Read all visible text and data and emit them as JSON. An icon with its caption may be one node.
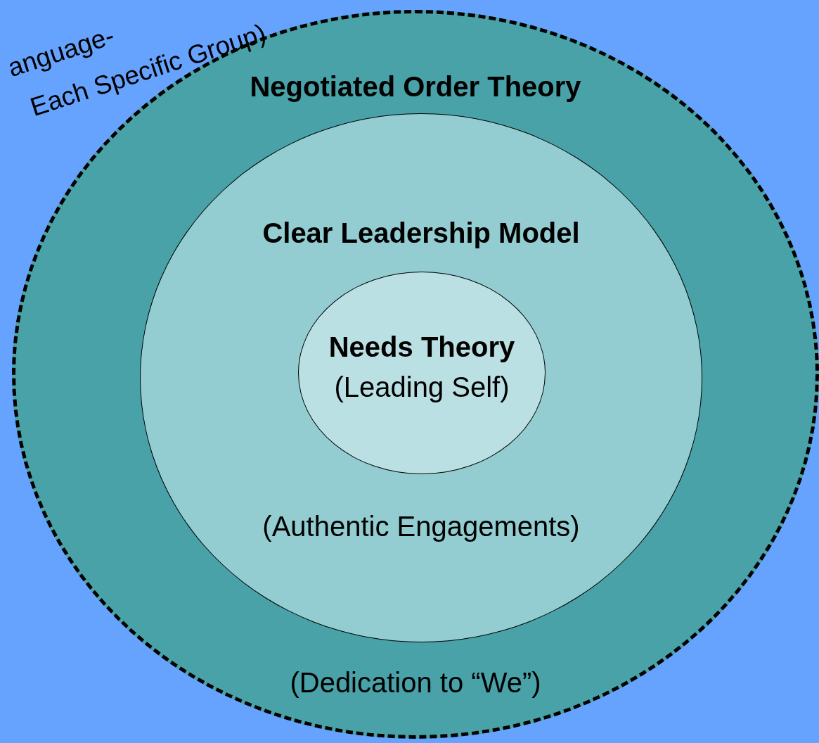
{
  "diagram": {
    "nodes": [
      {
        "text": [
          "Negotiated Order Theory",
          "(Dedication to “We”)"
        ]
      },
      {
        "text": [
          "Clear Leadership Model",
          "(Authentic Engagements)"
        ],
        "in": 0
      },
      {
        "text": [
          "Needs Theory",
          "(Leading Self)"
        ],
        "in": 1
      }
    ],
    "labels": [
      "anguage-",
      "Each Specific Group)"
    ]
  }
}
